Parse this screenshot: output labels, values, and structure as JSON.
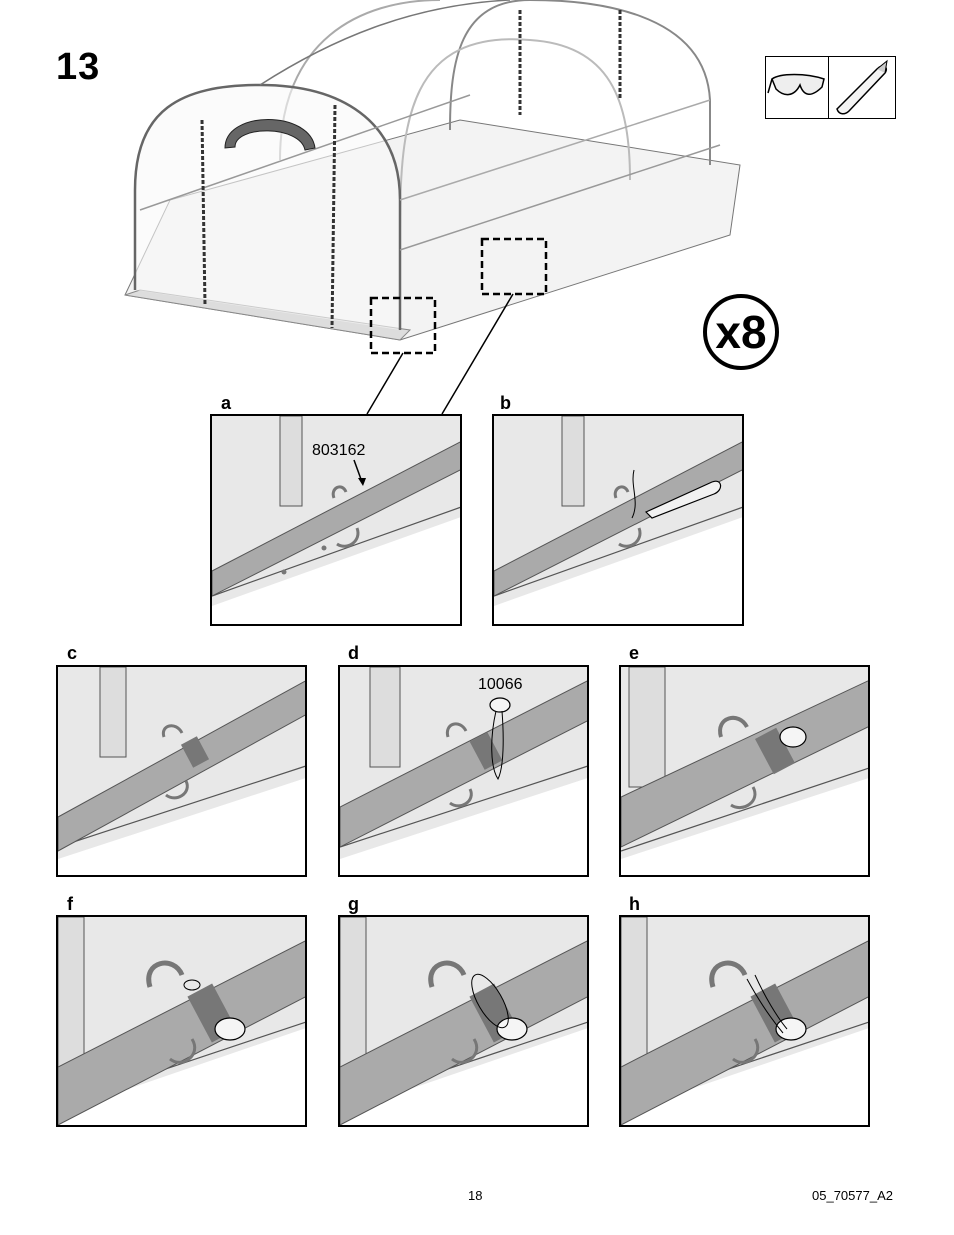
{
  "step": {
    "number": "13"
  },
  "multiplier": {
    "label": "x8"
  },
  "tools": {
    "items": [
      "safety-glasses-icon",
      "utility-knife-icon"
    ]
  },
  "panels": [
    {
      "letter": "a",
      "callout": "803162"
    },
    {
      "letter": "b"
    },
    {
      "letter": "c"
    },
    {
      "letter": "d",
      "callout": "10066"
    },
    {
      "letter": "e"
    },
    {
      "letter": "f"
    },
    {
      "letter": "g"
    },
    {
      "letter": "h"
    }
  ],
  "footer": {
    "page": "18",
    "doc_id": "05_70577_A2"
  }
}
